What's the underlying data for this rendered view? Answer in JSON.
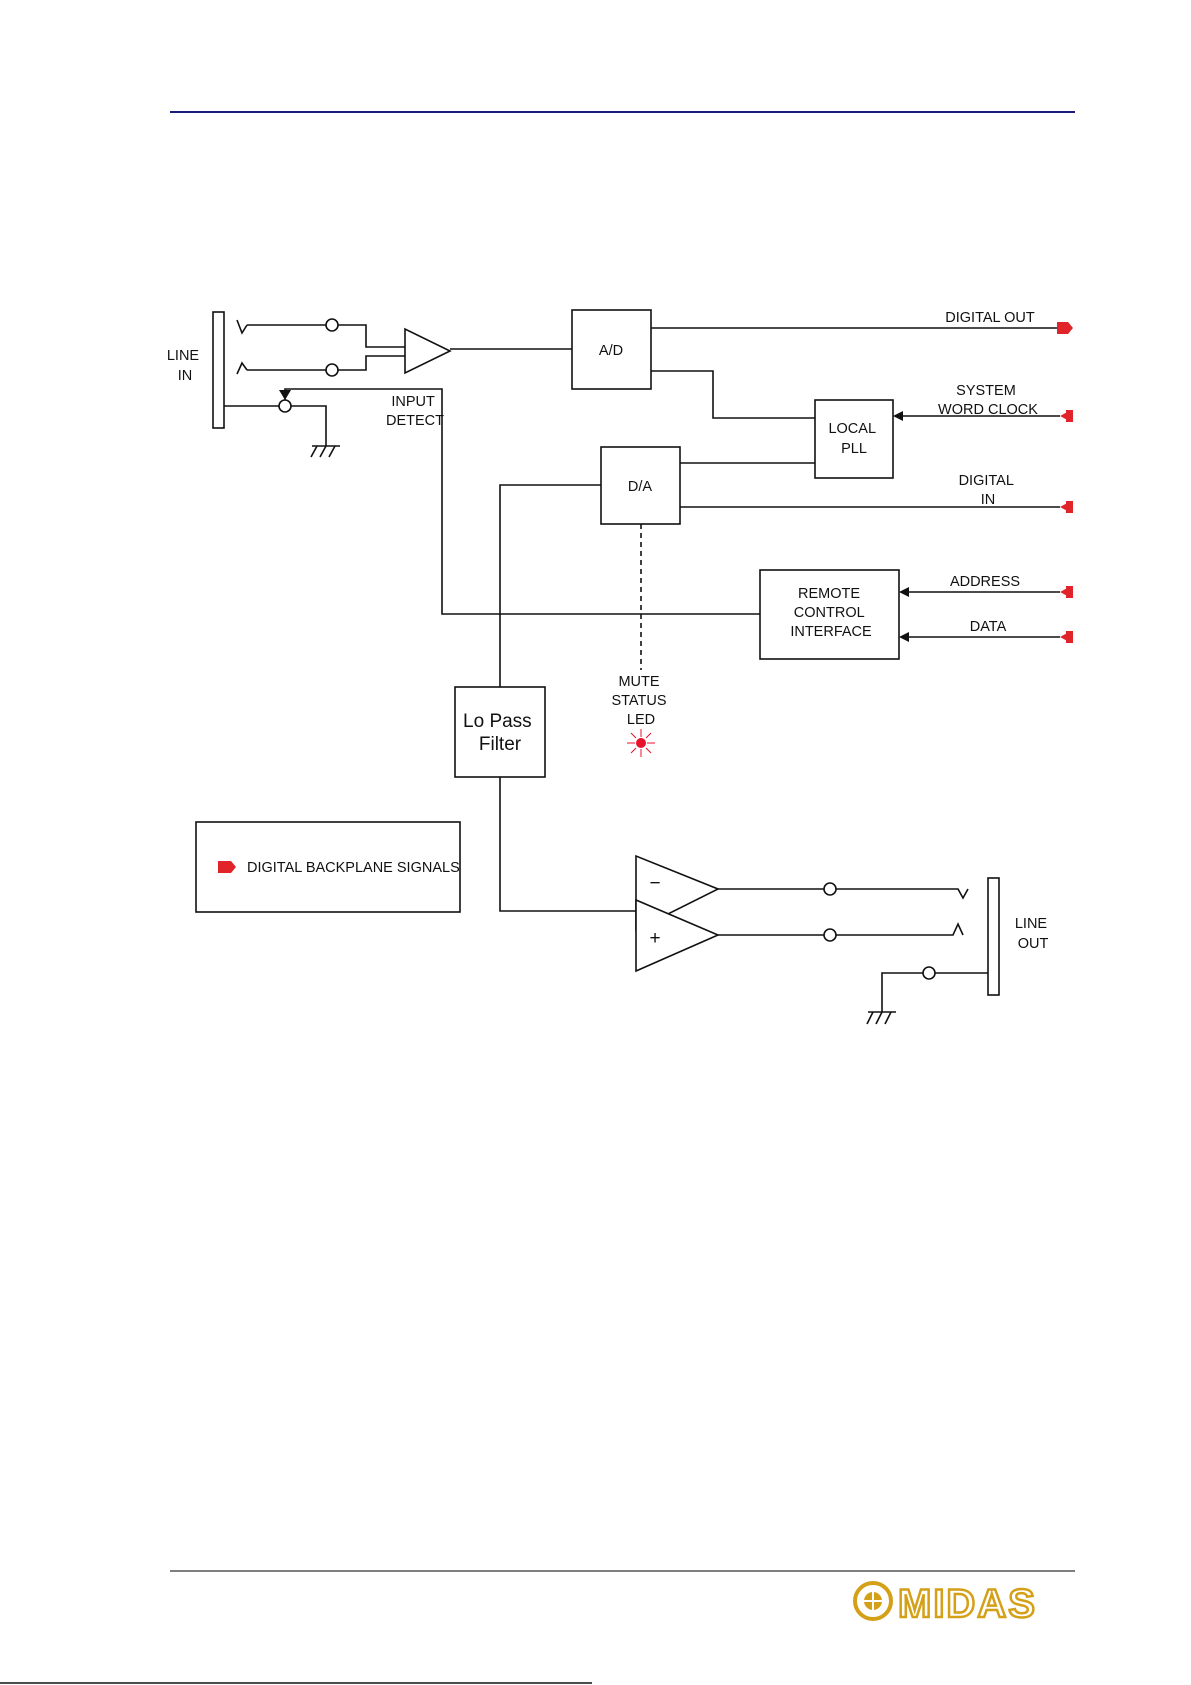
{
  "blocks": {
    "line_in": [
      "LINE",
      "IN"
    ],
    "input_detect": [
      "INPUT",
      "DETECT"
    ],
    "ad": "A/D",
    "da": "D/A",
    "local_pll": [
      "LOCAL",
      "PLL"
    ],
    "remote_control_interface": [
      "REMOTE",
      "CONTROL",
      "INTERFACE"
    ],
    "lo_pass_filter": [
      "Lo Pass",
      "Filter"
    ],
    "mute_status_led": [
      "MUTE",
      "STATUS",
      "LED"
    ],
    "line_out": [
      "LINE",
      "OUT"
    ],
    "amp_minus": "−",
    "amp_plus": "+"
  },
  "signals": {
    "digital_out": "DIGITAL OUT",
    "system_word_clock": [
      "SYSTEM",
      "WORD CLOCK"
    ],
    "digital_in": [
      "DIGITAL",
      "IN"
    ],
    "address": "ADDRESS",
    "data": "DATA"
  },
  "legend": {
    "label": "DIGITAL BACKPLANE SIGNALS"
  },
  "colors": {
    "connector_red": "#e0242a",
    "led_red": "#e8122c",
    "header_rule": "#1a1a7a",
    "logo_gold": "#d4a017"
  },
  "footer": {
    "logo_text": "MIDAS"
  }
}
